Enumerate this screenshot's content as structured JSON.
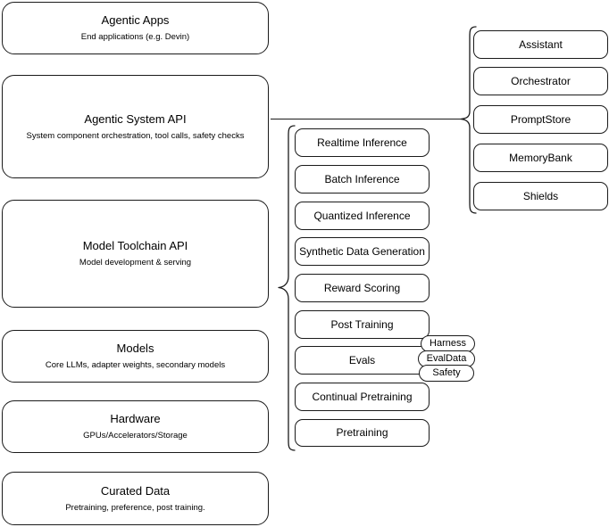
{
  "diagram": {
    "title": "Agentic stack layered architecture",
    "stroke_color": "#1a1a1a",
    "background_color": "#ffffff"
  },
  "layers": [
    {
      "name": "agentic-apps",
      "title": "Agentic Apps",
      "subtitle": "End applications (e.g. Devin)"
    },
    {
      "name": "agentic-system-api",
      "title": "Agentic System API",
      "subtitle": "System component orchestration, tool calls, safety checks"
    },
    {
      "name": "model-toolchain-api",
      "title": "Model Toolchain API",
      "subtitle": "Model development & serving"
    },
    {
      "name": "models",
      "title": "Models",
      "subtitle": "Core LLMs, adapter weights, secondary models"
    },
    {
      "name": "hardware",
      "title": "Hardware",
      "subtitle": "GPUs/Accelerators/Storage"
    },
    {
      "name": "curated-data",
      "title": "Curated Data",
      "subtitle": "Pretraining, preference, post training."
    }
  ],
  "toolchain_capabilities": [
    {
      "name": "realtime-inference",
      "label": "Realtime Inference"
    },
    {
      "name": "batch-inference",
      "label": "Batch Inference"
    },
    {
      "name": "quantized-inference",
      "label": "Quantized Inference"
    },
    {
      "name": "synthetic-data-generation",
      "label": "Synthetic Data Generation"
    },
    {
      "name": "reward-scoring",
      "label": "Reward Scoring"
    },
    {
      "name": "post-training",
      "label": "Post Training"
    },
    {
      "name": "evals",
      "label": "Evals"
    },
    {
      "name": "continual-pretraining",
      "label": "Continual Pretraining"
    },
    {
      "name": "pretraining",
      "label": "Pretraining"
    }
  ],
  "evals_badges": [
    {
      "name": "harness",
      "label": "Harness"
    },
    {
      "name": "evaldata",
      "label": "EvalData"
    },
    {
      "name": "safety",
      "label": "Safety"
    }
  ],
  "system_components": [
    {
      "name": "assistant",
      "label": "Assistant"
    },
    {
      "name": "orchestrator",
      "label": "Orchestrator"
    },
    {
      "name": "promptstore",
      "label": "PromptStore"
    },
    {
      "name": "memorybank",
      "label": "MemoryBank"
    },
    {
      "name": "shields",
      "label": "Shields"
    }
  ]
}
